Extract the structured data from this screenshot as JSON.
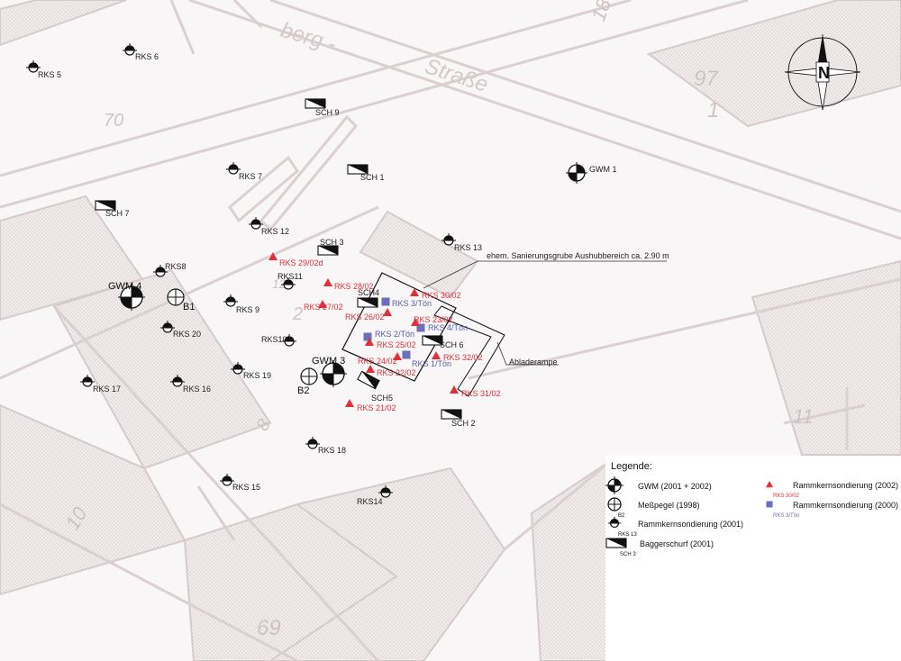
{
  "street_label": "Straße",
  "street_fragment": "berg -",
  "parcel_numbers": [
    {
      "text": "70"
    },
    {
      "text": "18"
    },
    {
      "text": "97"
    },
    {
      "text": "1"
    },
    {
      "text": "2"
    },
    {
      "text": "8"
    },
    {
      "text": "10"
    },
    {
      "text": "69"
    },
    {
      "text": "11"
    },
    {
      "text": "12"
    }
  ],
  "gwm_points": [
    {
      "label": "GWM 1"
    },
    {
      "label": "GWM 4"
    },
    {
      "label": "GWM 3"
    }
  ],
  "messpegel_points": [
    {
      "label": "B1"
    },
    {
      "label": "B2"
    }
  ],
  "rks_2001": [
    {
      "label": "RKS 5"
    },
    {
      "label": "RKS 6"
    },
    {
      "label": "RKS 7"
    },
    {
      "label": "RKS 12"
    },
    {
      "label": "RKS 13"
    },
    {
      "label": "RKS8"
    },
    {
      "label": "RKS11"
    },
    {
      "label": "RKS 9"
    },
    {
      "label": "RKS 20"
    },
    {
      "label": "RKS10"
    },
    {
      "label": "RKS 19"
    },
    {
      "label": "RKS 17"
    },
    {
      "label": "RKS 16"
    },
    {
      "label": "RKS 18"
    },
    {
      "label": "RKS 15"
    },
    {
      "label": "RKS14"
    }
  ],
  "sch_points": [
    {
      "label": "SCH 9"
    },
    {
      "label": "SCH 1"
    },
    {
      "label": "SCH 7"
    },
    {
      "label": "SCH 3"
    },
    {
      "label": "SCH4"
    },
    {
      "label": "SCH 6"
    },
    {
      "label": "SCH5"
    },
    {
      "label": "SCH 2"
    }
  ],
  "rks_2002": [
    {
      "label": "RKS 29/02d"
    },
    {
      "label": "RKS 28/02"
    },
    {
      "label": "RKS 30/02"
    },
    {
      "label": "RKS 27/02"
    },
    {
      "label": "RKS 26/02"
    },
    {
      "label": "RKS 23/02"
    },
    {
      "label": "RKS 25/02"
    },
    {
      "label": "RKS 24/02"
    },
    {
      "label": "RKS 32/02"
    },
    {
      "label": "RKS 22/02"
    },
    {
      "label": "RKS 31/02"
    },
    {
      "label": "RKS 21/02"
    }
  ],
  "ton_2000": [
    {
      "label": "RKS 3/Tön"
    },
    {
      "label": "RKS 4/Tön"
    },
    {
      "label": "RKS 2/Tön"
    },
    {
      "label": "RKS 1/Tön"
    }
  ],
  "annotations": {
    "sanierungsgrube": "ehem. Sanierungsgrube Aushubbereich ca. 2.90 m",
    "abladerampe": "Abladerampe"
  },
  "north_arrow": {
    "label": "N"
  },
  "legend": {
    "title": "Legende:",
    "items": [
      {
        "text": "GWM (2001 + 2002)",
        "sub": ""
      },
      {
        "text": "Meßpegel (1998)",
        "sub": "B2"
      },
      {
        "text": "Rammkernsondierung (2001)",
        "sub": "RKS 13"
      },
      {
        "text": "Baggerschurf (2001)",
        "sub": "SCH 3"
      },
      {
        "text": "Rammkernsondierung (2002)",
        "sub": "RKS 30/02"
      },
      {
        "text": "Rammkernsondierung (2000)",
        "sub": "RKS 3/Tön"
      }
    ]
  },
  "colors": {
    "red": "#e0303c",
    "blue": "#6a6fb8",
    "background_lines": "#d8cccc",
    "hatch": "#e2d8d8"
  }
}
